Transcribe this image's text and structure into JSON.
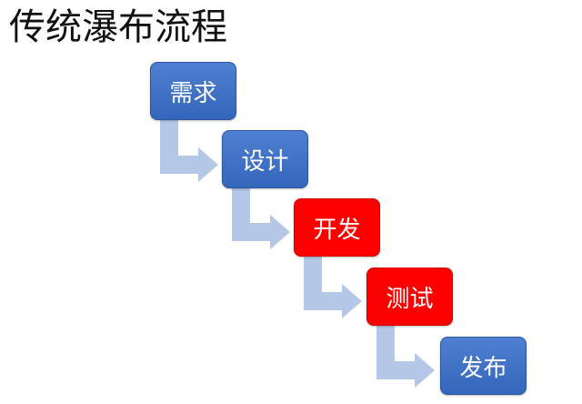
{
  "title": "传统瀑布流程",
  "steps": [
    {
      "label": "需求",
      "color": "#4472C4"
    },
    {
      "label": "设计",
      "color": "#4472C4"
    },
    {
      "label": "开发",
      "color": "#FF0000"
    },
    {
      "label": "测试",
      "color": "#FF0000"
    },
    {
      "label": "发布",
      "color": "#4472C4"
    }
  ],
  "connector_color": "#B4C7E7"
}
